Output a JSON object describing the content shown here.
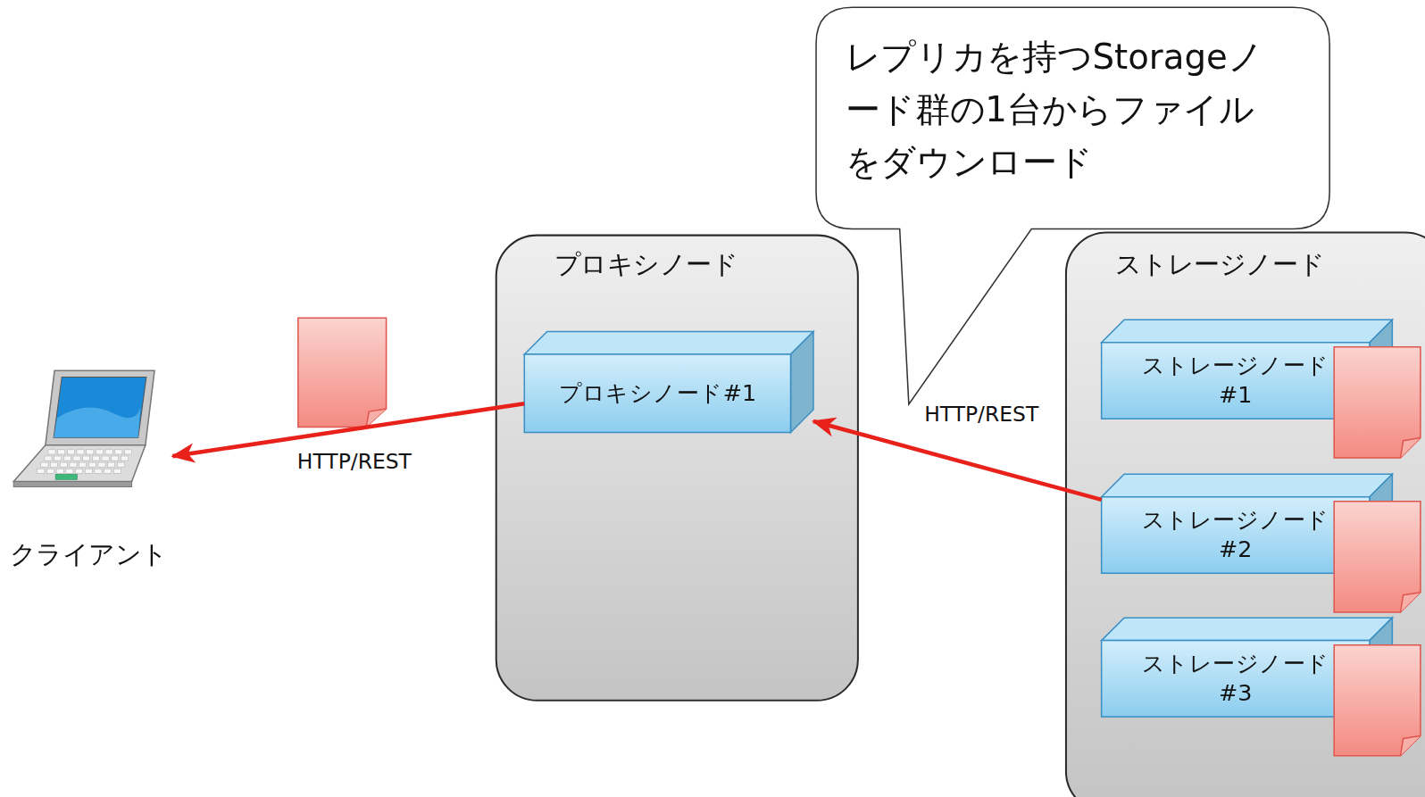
{
  "diagram": {
    "nodes": [
      {
        "text": [
          "クライアント"
        ]
      },
      {
        "text": [
          "プロキシノード"
        ]
      },
      {
        "text": [
          "プロキシノード#1"
        ],
        "in": 1
      },
      {
        "text": [
          "レプリカを持つStorageノード群の1台からファイルをダウンロード"
        ]
      },
      {
        "text": [
          "ストレージノード"
        ]
      },
      {
        "text": [
          "ストレージノード #1"
        ],
        "in": 4
      },
      {
        "text": [
          "ストレージノード #2"
        ],
        "in": 4
      },
      {
        "text": [
          "ストレージノード #3"
        ],
        "in": 4
      }
    ],
    "edges": [
      {
        "from": 6,
        "to": 2,
        "label": "HTTP/REST",
        "arrow": "to"
      },
      {
        "from": 2,
        "to": 0,
        "label": "HTTP/REST",
        "arrow": "to"
      }
    ]
  }
}
